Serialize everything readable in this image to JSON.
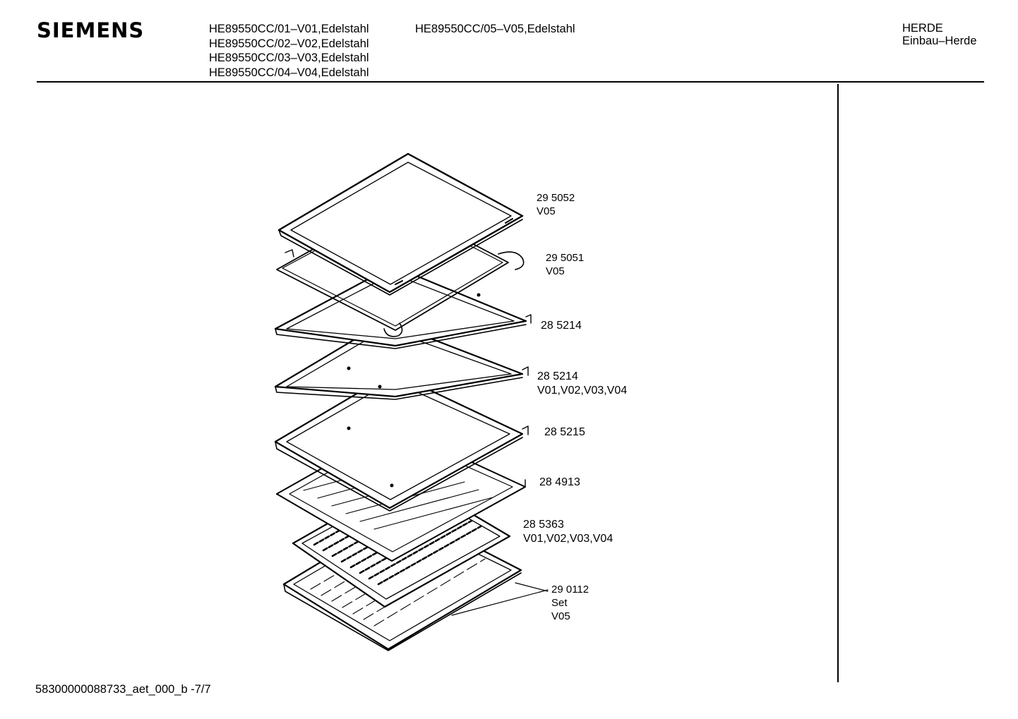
{
  "header": {
    "brand": "SIEMENS",
    "models_col1": [
      "HE89550CC/01–V01,Edelstahl",
      "HE89550CC/02–V02,Edelstahl",
      "HE89550CC/03–V03,Edelstahl",
      "HE89550CC/04–V04,Edelstahl"
    ],
    "models_col2": [
      "HE89550CC/05–V05,Edelstahl"
    ],
    "category": [
      "HERDE",
      "Einbau–Herde"
    ]
  },
  "parts": [
    {
      "lines": [
        "29 5052",
        "V05"
      ]
    },
    {
      "lines": [
        "29 5051",
        "V05"
      ]
    },
    {
      "lines": [
        "28 5214"
      ]
    },
    {
      "lines": [
        "28 5214",
        "V01,V02,V03,V04"
      ]
    },
    {
      "lines": [
        "28 5215"
      ]
    },
    {
      "lines": [
        "28 4913"
      ]
    },
    {
      "lines": [
        "28 5363",
        "V01,V02,V03,V04"
      ]
    },
    {
      "lines": [
        "29 0112",
        "Set",
        "V05"
      ]
    }
  ],
  "footer": {
    "doc_id": "58300000088733_aet_000_b -7/7"
  }
}
